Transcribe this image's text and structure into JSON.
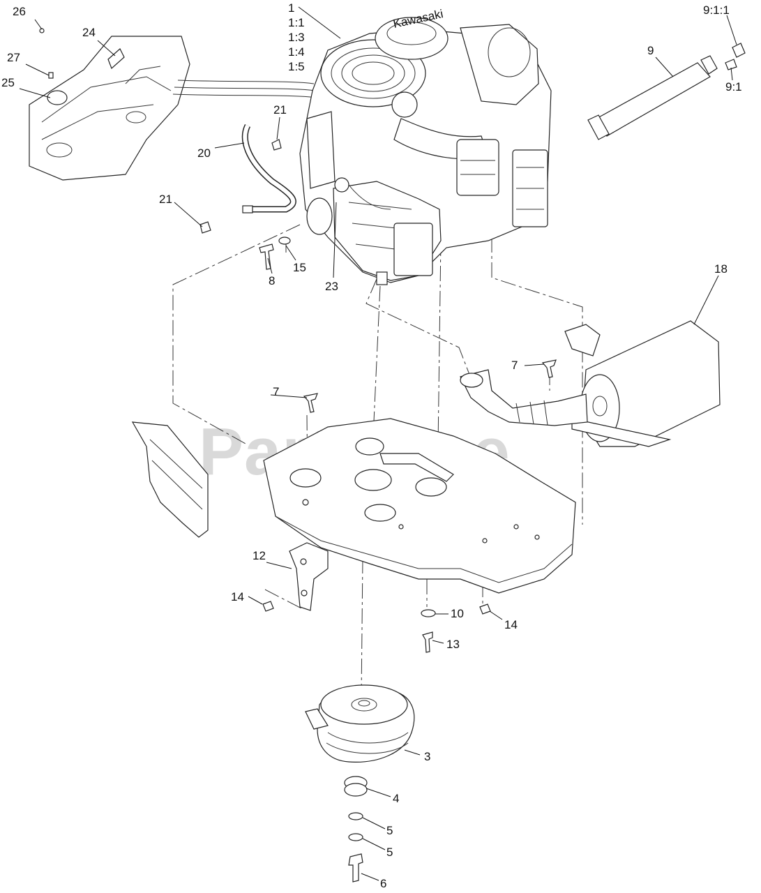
{
  "watermark": "PartsTree",
  "callouts": {
    "c1": "1",
    "c1_1": "1:1",
    "c1_3": "1:3",
    "c1_4": "1:4",
    "c1_5": "1:5",
    "c26": "26",
    "c24": "24",
    "c27": "27",
    "c25": "25",
    "c9_1_1": "9:1:1",
    "c9": "9",
    "c9_1": "9:1",
    "c21a": "21",
    "c20": "20",
    "c21b": "21",
    "c8": "8",
    "c15": "15",
    "c23": "23",
    "c18": "18",
    "c7a": "7",
    "c7b": "7",
    "c12": "12",
    "c14a": "14",
    "c10": "10",
    "c14b": "14",
    "c13": "13",
    "c3": "3",
    "c4": "4",
    "c5a": "5",
    "c5b": "5",
    "c6": "6"
  },
  "engine_brand_mark": "Kawasaki"
}
